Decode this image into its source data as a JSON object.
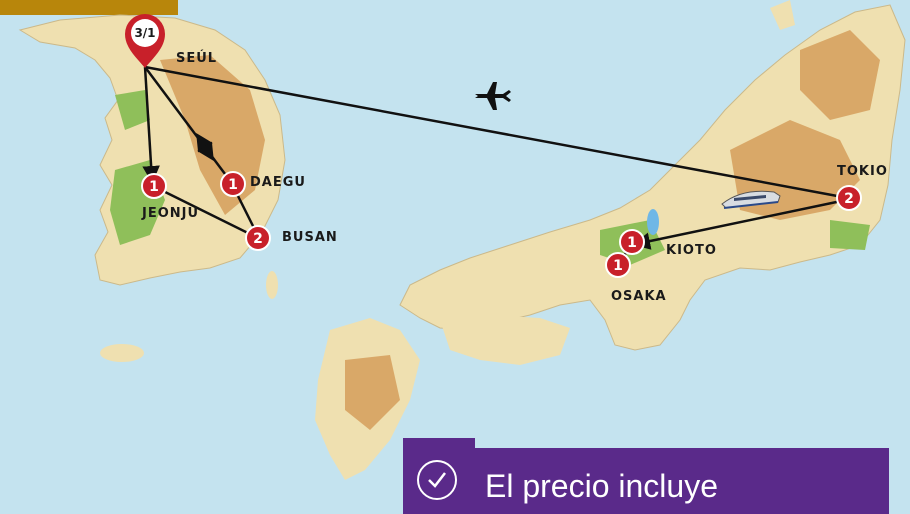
{
  "colors": {
    "sea": "#c4e3ef",
    "land": "#efe0b0",
    "lowland": "#8fbf5a",
    "highland": "#d9a868",
    "route": "#111111",
    "badge": "#c8202a",
    "cta_bg": "#5a2a8a",
    "top_bar": "#b8860b"
  },
  "cities": [
    {
      "key": "seoul",
      "label": "SEÚL"
    },
    {
      "key": "daegu",
      "label": "DAEGU",
      "nights": "1"
    },
    {
      "key": "jeonju",
      "label": "JEONJU",
      "nights": "1"
    },
    {
      "key": "busan",
      "label": "BUSAN",
      "nights": "2"
    },
    {
      "key": "kioto",
      "label": "KIOTO",
      "nights": "1"
    },
    {
      "key": "osaka",
      "label": "OSAKA",
      "nights": "1"
    },
    {
      "key": "tokio",
      "label": "TOKIO",
      "nights": "2"
    }
  ],
  "start_marker": {
    "label": "3/1",
    "icon": "map-pin-icon"
  },
  "transport_icons": [
    "airplane-icon",
    "train-icon"
  ],
  "cta": {
    "label": "El precio incluye",
    "icon": "check-circle-icon"
  }
}
